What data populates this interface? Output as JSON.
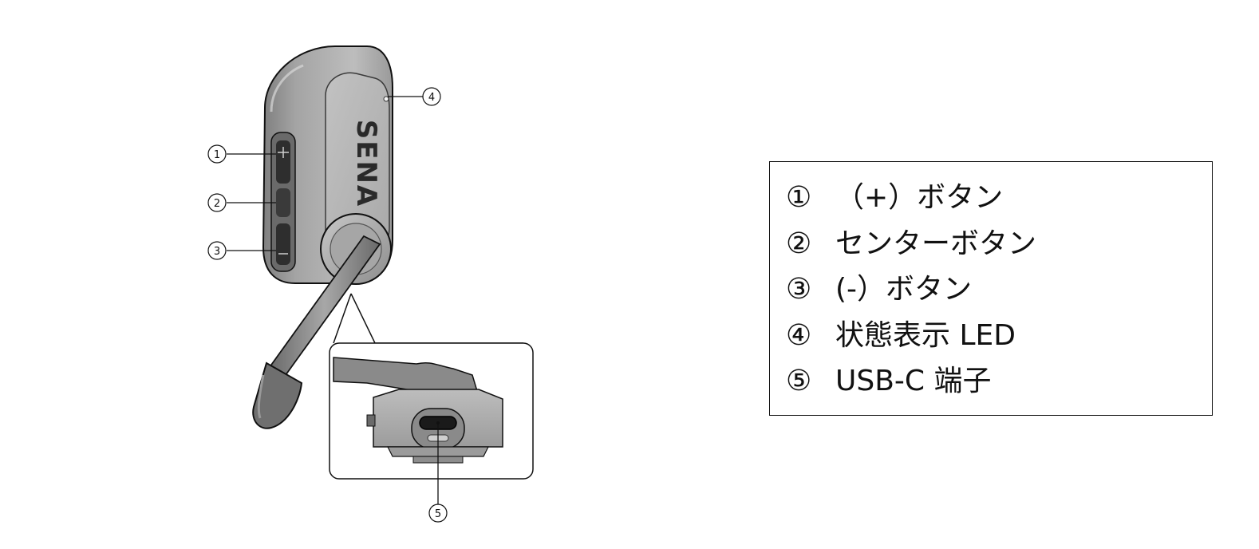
{
  "device": {
    "brand": "SENA",
    "callouts": [
      {
        "id": "1",
        "marker": "1"
      },
      {
        "id": "2",
        "marker": "2"
      },
      {
        "id": "3",
        "marker": "3"
      },
      {
        "id": "4",
        "marker": "4"
      },
      {
        "id": "5",
        "marker": "5"
      }
    ]
  },
  "legend": {
    "items": [
      {
        "marker": "①",
        "label": "（+）ボタン"
      },
      {
        "marker": "②",
        "label": "センターボタン"
      },
      {
        "marker": "③",
        "label": "(-）ボタン"
      },
      {
        "marker": "④",
        "label": "状態表示 LED"
      },
      {
        "marker": "⑤",
        "label": "USB-C 端子"
      }
    ]
  },
  "colors": {
    "line": "#111111",
    "body_light": "#b5b5b5",
    "body_mid": "#8f8f8f",
    "body_dark": "#5f5f5f",
    "button_dark": "#2e2e2e",
    "port": "#1a1a1a"
  }
}
